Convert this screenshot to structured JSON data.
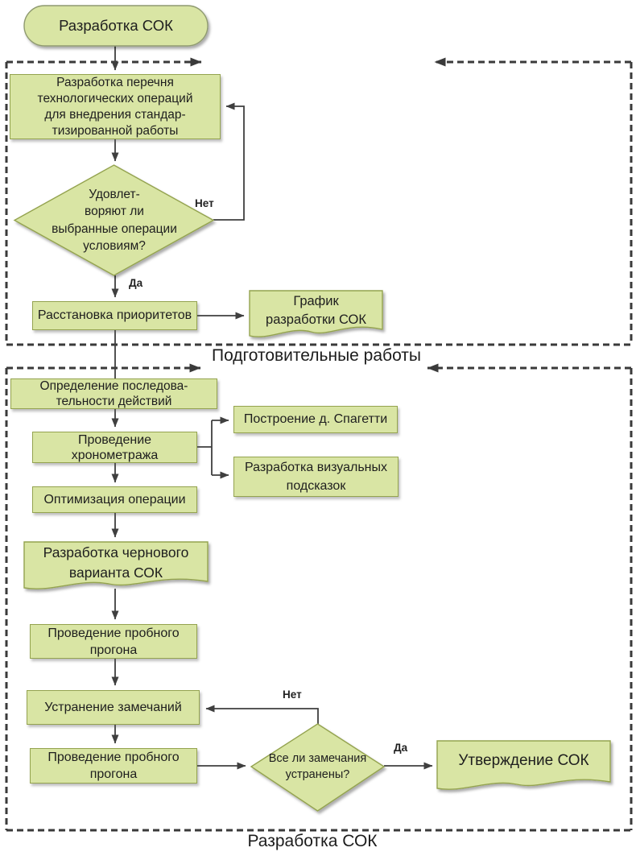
{
  "colors": {
    "node_fill": "#d9e5a4",
    "node_border": "#94a34f",
    "connector": "#3f3f3f",
    "dashed_border": "#3a3a3a",
    "text": "#1e1e1e"
  },
  "nodes": {
    "start": "Разработка СОК",
    "develop_ops_list": "Разработка перечня\nтехнологических операций\nдля внедрения стандар-\nтизированной работы",
    "decision_ops_ok": "Удовлет-\nворяют ли\nвыбранные операции\nусловиям?",
    "prioritize": "Расстановка приоритетов",
    "schedule_doc": "График\nразработки СОК",
    "define_sequence": "Определение последова-\nтельности действий",
    "timing": "Проведение\nхронометража",
    "spaghetti": "Построение д. Спагетти",
    "visual_cues": "Разработка визуальных\nподсказок",
    "optimize": "Оптимизация операции",
    "draft_doc": "Разработка чернового\nварианта СОК",
    "trial_run_1": "Проведение пробного\nпрогона",
    "fix_remarks": "Устранение замечаний",
    "trial_run_2": "Проведение пробного\nпрогона",
    "decision_remarks_fixed": "Все ли замечания\nустранены?",
    "approve_doc": "Утверждение СОК"
  },
  "edge_labels": {
    "decision1_yes": "Да",
    "decision1_no": "Нет",
    "decision2_yes": "Да",
    "decision2_no": "Нет"
  },
  "sections": {
    "preparatory": "Подготовительные работы",
    "development": "Разработка СОК"
  }
}
